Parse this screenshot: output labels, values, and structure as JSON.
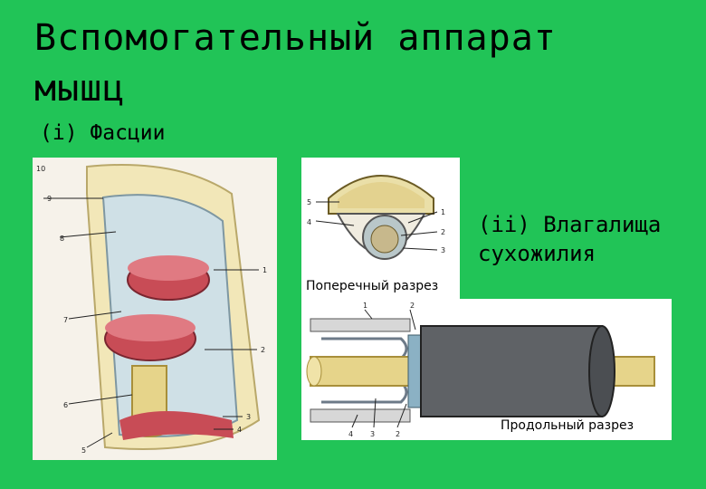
{
  "slide": {
    "title_line1": "Вспомогательный аппарат",
    "title_line2": "мышц",
    "fascia_label": "(i) Фасции",
    "tendon_sheath_line1": "(ii) Влагалища",
    "tendon_sheath_line2": "сухожилия",
    "cross_section_caption": "Поперечный разрез",
    "longitudinal_caption": "Продольный разрез"
  },
  "figure_fascia": {
    "labels": [
      "10",
      "9",
      "8",
      "7",
      "6",
      "5",
      "1",
      "2",
      "3",
      "4"
    ]
  },
  "figure_cross": {
    "labels": [
      "5",
      "4",
      "1",
      "2",
      "3"
    ]
  },
  "figure_long": {
    "labels": [
      "1",
      "2",
      "4",
      "3",
      "2"
    ]
  },
  "colors": {
    "background": "#21c457",
    "muscle": "#c84c56",
    "tendon": "#e6d48a",
    "fat": "#f2e7b8",
    "sheath": "#5f6266"
  }
}
